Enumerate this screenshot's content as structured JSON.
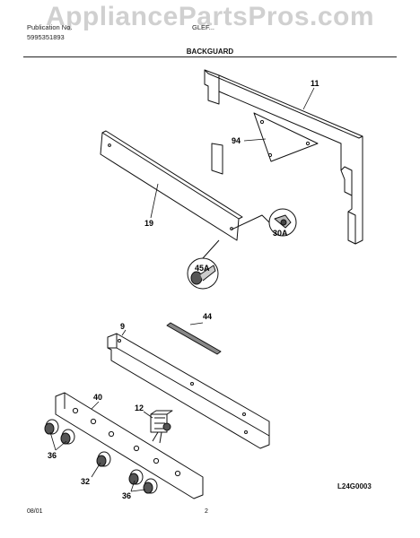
{
  "watermark": "AppliancePartsPros.com",
  "header": {
    "left_line1": "Publication No.",
    "left_line2": "5995351893",
    "right": "GLEF..."
  },
  "section_title": "BACKGUARD",
  "callouts": {
    "c11": "11",
    "c94": "94",
    "c19": "19",
    "c30A": "30A",
    "c45A": "45A",
    "c44": "44",
    "c9": "9",
    "c40": "40",
    "c12": "12",
    "c36a": "36",
    "c32": "32",
    "c36b": "36"
  },
  "footer": {
    "date": "08/01",
    "page": "2",
    "code": "L24G0003"
  }
}
